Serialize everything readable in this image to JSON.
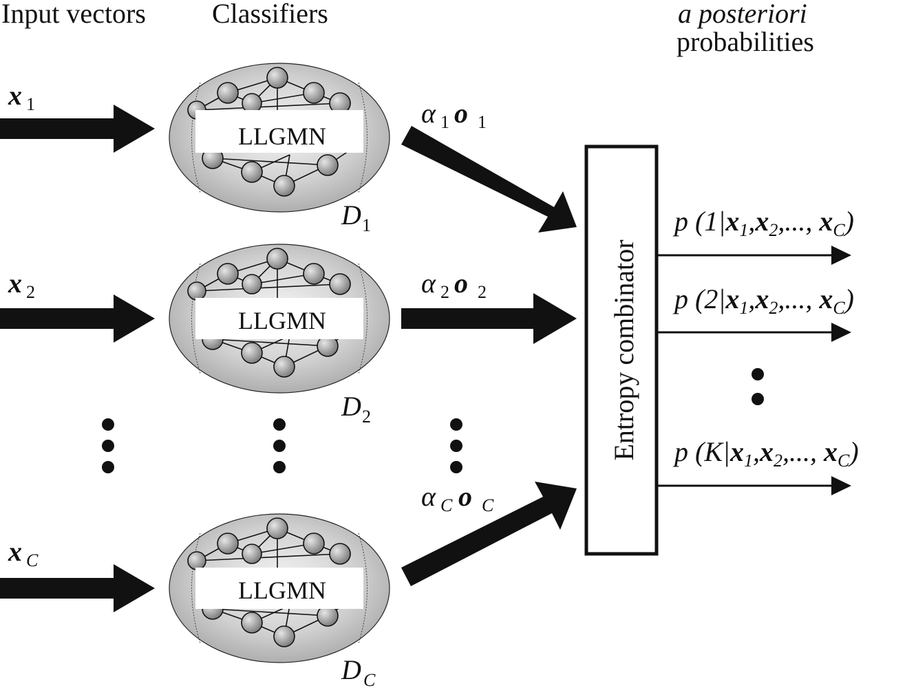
{
  "headers": {
    "input": "Input vectors",
    "classifiers": "Classifiers",
    "posterior_line1": "a posteriori",
    "posterior_line2": "probabilities"
  },
  "inputs": [
    {
      "base": "x",
      "sub": "1"
    },
    {
      "base": "x",
      "sub": "2"
    },
    {
      "base": "x",
      "sub": "C"
    }
  ],
  "classifiers": [
    {
      "label": "LLGMN",
      "name_base": "D",
      "name_sub": "1"
    },
    {
      "label": "LLGMN",
      "name_base": "D",
      "name_sub": "2"
    },
    {
      "label": "LLGMN",
      "name_base": "D",
      "name_sub": "C"
    }
  ],
  "weighted_outputs": [
    {
      "alpha": "α",
      "alpha_sub": "1",
      "o": "o",
      "o_sub": "1"
    },
    {
      "alpha": "α",
      "alpha_sub": "2",
      "o": "o",
      "o_sub": "2"
    },
    {
      "alpha": "α",
      "alpha_sub": "C",
      "o": "o",
      "o_sub": "C"
    }
  ],
  "combinator": {
    "label": "Entropy combinator"
  },
  "outputs": [
    {
      "p": "p",
      "open": " (",
      "class": "1",
      "bar": "|",
      "x": "x",
      "s1": "1",
      "s2": "2",
      "sC": "C",
      "comma": ",",
      "ellipsis": ",..., ",
      "close": ")"
    },
    {
      "p": "p",
      "open": " (",
      "class": "2",
      "bar": "|",
      "x": "x",
      "s1": "1",
      "s2": "2",
      "sC": "C",
      "comma": ",",
      "ellipsis": ",..., ",
      "close": ")"
    },
    {
      "p": "p",
      "open": " (",
      "class": "K",
      "bar": "|",
      "x": "x",
      "s1": "1",
      "s2": "2",
      "sC": "C",
      "comma": ",",
      "ellipsis": ",..., ",
      "close": ")"
    }
  ],
  "colors": {
    "ink": "#111111",
    "classifier_fill_light": "#f2f2f2",
    "classifier_fill_dark": "#a9a9a9",
    "node_fill": "#9a9a9a"
  }
}
